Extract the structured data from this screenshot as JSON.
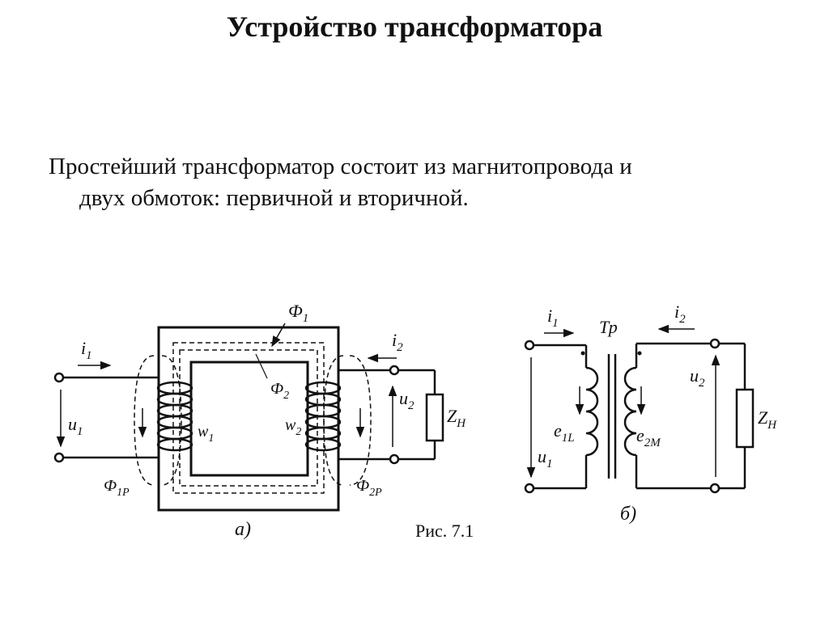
{
  "title": "Устройство трансформатора",
  "description": {
    "line1": "Простейший трансформатор состоит из магнитопровода и",
    "line2": "двух обмоток: первичной и вторичной."
  },
  "figure_a": {
    "labels": {
      "i1": "i",
      "i1_sub": "1",
      "i2": "i",
      "i2_sub": "2",
      "u1": "u",
      "u1_sub": "1",
      "u2": "u",
      "u2_sub": "2",
      "w1": "w",
      "w1_sub": "1",
      "w2": "w",
      "w2_sub": "2",
      "flux1": "Ф",
      "flux1_sub": "1",
      "flux2": "Ф",
      "flux2_sub": "2",
      "flux1p": "Ф",
      "flux1p_sub": "1P",
      "flux2p": "Ф",
      "flux2p_sub": "2P",
      "load": "Z",
      "load_sub": "H"
    },
    "caption": "а)"
  },
  "figure_caption": "Рис. 7.1",
  "figure_b": {
    "labels": {
      "i1": "i",
      "i1_sub": "1",
      "i2": "i",
      "i2_sub": "2",
      "tr": "Тр",
      "u1": "u",
      "u1_sub": "1",
      "u2": "u",
      "u2_sub": "2",
      "e1": "e",
      "e1_sub": "1L",
      "e2": "e",
      "e2_sub": "2M",
      "load": "Z",
      "load_sub": "H"
    },
    "caption": "б)"
  }
}
